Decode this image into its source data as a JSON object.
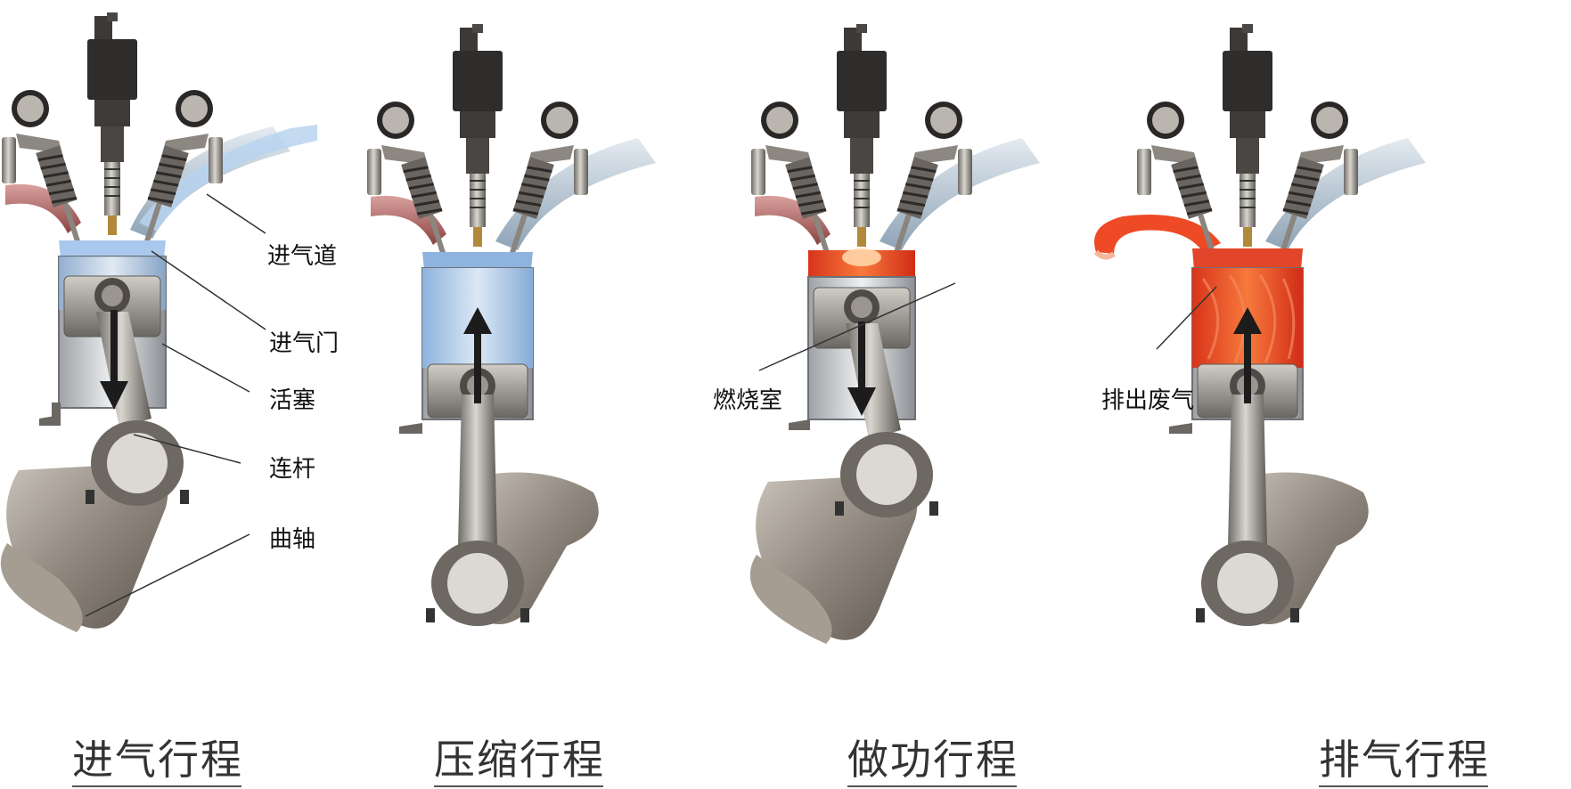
{
  "labels": {
    "intake_port": "进气道",
    "intake_valve": "进气门",
    "piston": "活塞",
    "connecting_rod": "连杆",
    "crankshaft": "曲轴",
    "combustion_chamber": "燃烧室",
    "exhaust_gas": "排出废气"
  },
  "strokes": [
    {
      "title": "进气行程",
      "state": "intake",
      "piston_direction": "down"
    },
    {
      "title": "压缩行程",
      "state": "compression",
      "piston_direction": "up"
    },
    {
      "title": "做功行程",
      "state": "power",
      "piston_direction": "down"
    },
    {
      "title": "排气行程",
      "state": "exhaust",
      "piston_direction": "up"
    }
  ],
  "colors": {
    "intake_gas": "#a9c9ec",
    "compressed_gas": "#9dbfe6",
    "combustion": "#e8361c",
    "exhaust_gas": "#ef4a26",
    "metal": "#8e8a84",
    "intake_pipe": "#b7c4cf",
    "exhaust_pipe": "#b86a68"
  }
}
